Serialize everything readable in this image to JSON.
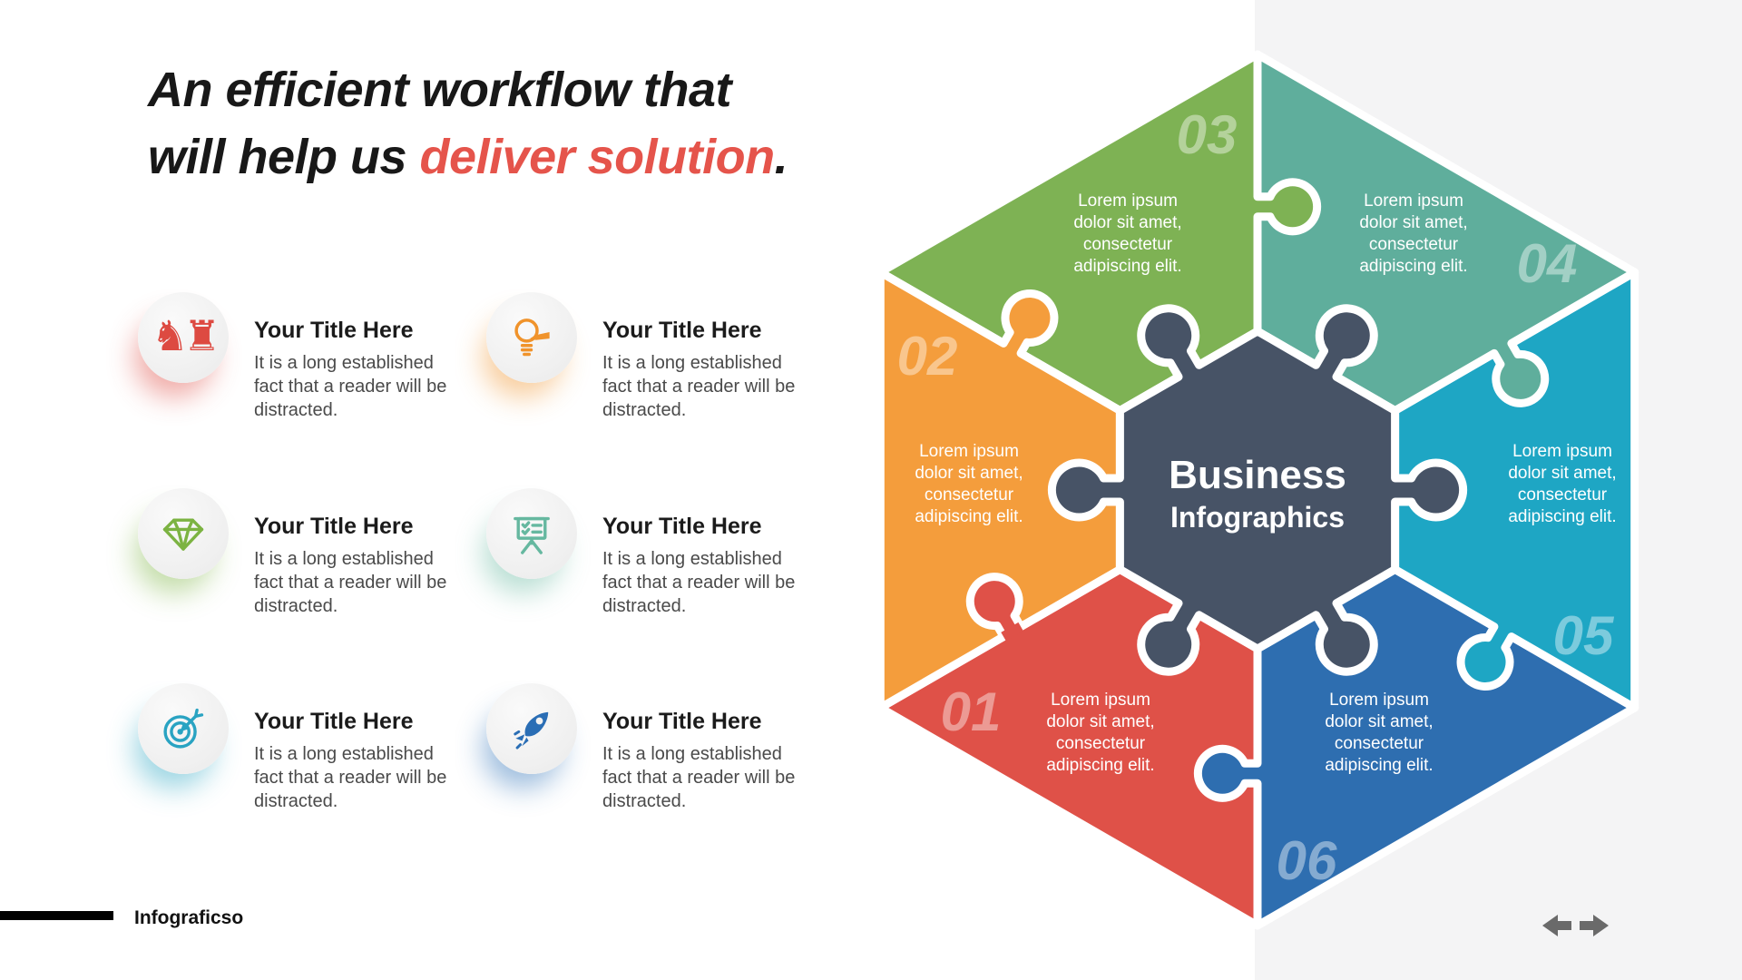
{
  "header": {
    "title_line1": "An efficient workflow that",
    "title_line2_prefix": "will help us ",
    "title_line2_accent": "deliver solution",
    "title_line2_period": ".",
    "accent_color": "#e5544b"
  },
  "features": [
    {
      "icon": "chess-icon",
      "glyph": "♞♜",
      "color": "#dd4a41",
      "title": "Your Title Here",
      "body": "It is a long established fact that a reader will be distracted."
    },
    {
      "icon": "bulb-pencil-icon",
      "color": "#f0932b",
      "title": "Your Title Here",
      "body": "It is a long established fact that a reader will be distracted."
    },
    {
      "icon": "diamond-icon",
      "color": "#7cb342",
      "title": "Your Title Here",
      "body": "It is a long established fact that a reader will be distracted."
    },
    {
      "icon": "easel-icon",
      "color": "#66b8a0",
      "title": "Your Title Here",
      "body": "It is a long established fact that a reader will be distracted."
    },
    {
      "icon": "target-icon",
      "color": "#29a3c2",
      "title": "Your Title Here",
      "body": "It is a long established fact that a reader will be distracted."
    },
    {
      "icon": "rocket-icon",
      "color": "#2a6eb5",
      "title": "Your Title Here",
      "body": "It is a long established fact that a reader will be distracted."
    }
  ],
  "puzzle": {
    "center": {
      "line1": "Business",
      "line2": "Infographics",
      "color": "#475366",
      "text_color": "#ffffff"
    },
    "stroke_color": "#ffffff",
    "number_color": "rgba(255,255,255,0.42)",
    "pieces": [
      {
        "number": "01",
        "color": "#df5148",
        "lines": [
          "Lorem ipsum",
          "dolor sit amet,",
          "consectetur",
          "adipiscing elit."
        ]
      },
      {
        "number": "02",
        "color": "#f49d3c",
        "lines": [
          "Lorem ipsum",
          "dolor sit amet,",
          "consectetur",
          "adipiscing elit."
        ]
      },
      {
        "number": "03",
        "color": "#7eb254",
        "lines": [
          "Lorem ipsum",
          "dolor sit amet,",
          "consectetur",
          "adipiscing elit."
        ]
      },
      {
        "number": "04",
        "color": "#5fae9c",
        "lines": [
          "Lorem ipsum",
          "dolor sit amet,",
          "consectetur",
          "adipiscing elit."
        ]
      },
      {
        "number": "05",
        "color": "#1ea6c4",
        "lines": [
          "Lorem ipsum",
          "dolor sit amet,",
          "consectetur",
          "adipiscing elit."
        ]
      },
      {
        "number": "06",
        "color": "#2e6eb0",
        "lines": [
          "Lorem ipsum",
          "dolor sit amet,",
          "consectetur",
          "adipiscing elit."
        ]
      }
    ]
  },
  "footer": {
    "brand": "Infograficso"
  },
  "nav": {
    "prev_icon": "arrow-left",
    "next_icon": "arrow-right"
  }
}
